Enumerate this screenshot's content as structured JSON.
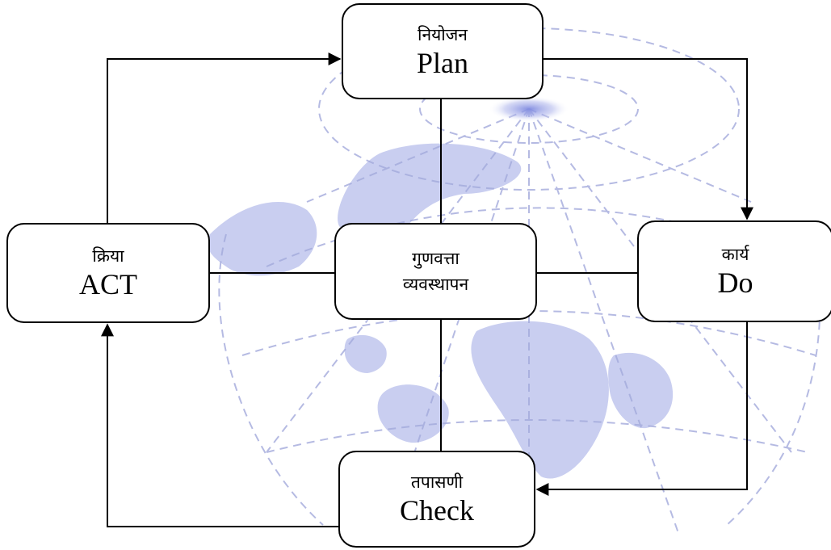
{
  "diagram": {
    "type": "cycle",
    "nodes": {
      "plan": {
        "hindi": "नियोजन",
        "english": "Plan"
      },
      "do": {
        "hindi": "कार्य",
        "english": "Do"
      },
      "check": {
        "hindi": "तपासणी",
        "english": "Check"
      },
      "act": {
        "hindi": "क्रिया",
        "english": "ACT"
      },
      "center": {
        "line1": "गुणवत्ता",
        "line2": "व्यवस्थापन"
      }
    },
    "flow": [
      "plan",
      "do",
      "check",
      "act",
      "plan"
    ],
    "spokes": [
      "plan",
      "do",
      "check",
      "act"
    ]
  },
  "colors": {
    "background": "#ffffff",
    "line": "#000000",
    "globe_land": "#c9cef0",
    "globe_grid": "#a3aadc",
    "globe_pole": "#7f8ae0"
  },
  "background_image": "globe-watermark"
}
